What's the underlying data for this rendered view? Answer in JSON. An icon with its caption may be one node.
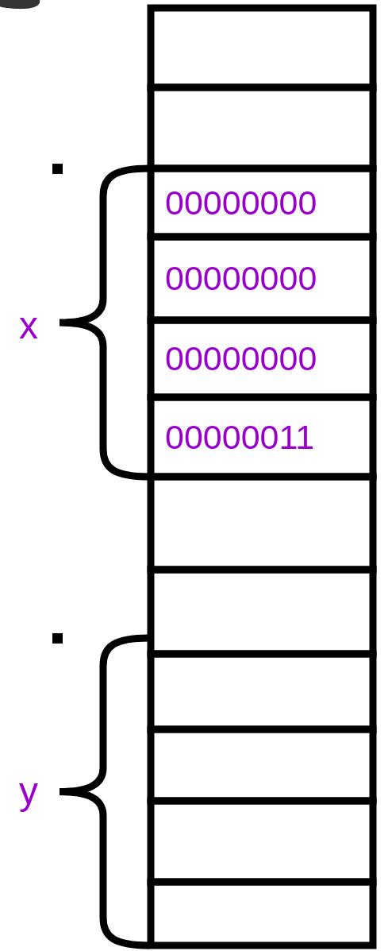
{
  "diagram": {
    "nodes": [
      {
        "text": [],
        "shape": "box"
      },
      {
        "text": [],
        "shape": "box"
      },
      {
        "text": [
          "00000000"
        ]
      },
      {
        "text": [
          "00000000"
        ]
      },
      {
        "text": [
          "00000000"
        ]
      },
      {
        "text": [
          "00000011"
        ]
      },
      {
        "text": [],
        "shape": "box"
      },
      {
        "text": [],
        "shape": "box"
      },
      {
        "text": [],
        "shape": "box"
      },
      {
        "text": [],
        "shape": "box"
      },
      {
        "text": [],
        "shape": "box"
      },
      {
        "text": [],
        "shape": "box"
      }
    ],
    "labels": [
      "x",
      "y"
    ]
  }
}
